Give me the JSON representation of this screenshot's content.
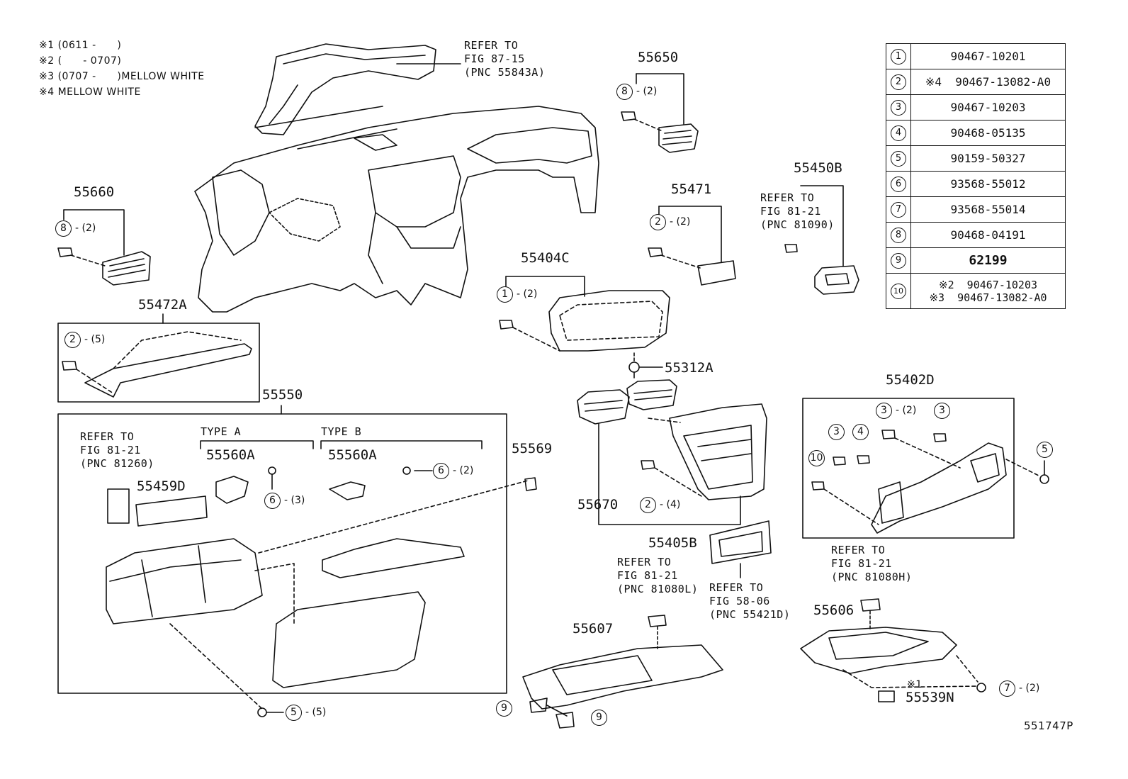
{
  "notes": [
    "※1 (0611 -      )",
    "※2 (      - 0707)",
    "※3 (0707 -      )MELLOW WHITE",
    "※4 MELLOW WHITE"
  ],
  "legend": [
    {
      "num": "1",
      "value": "90467-10201"
    },
    {
      "num": "2",
      "value": "※4  90467-13082-A0"
    },
    {
      "num": "3",
      "value": "90467-10203"
    },
    {
      "num": "4",
      "value": "90468-05135"
    },
    {
      "num": "5",
      "value": "90159-50327"
    },
    {
      "num": "6",
      "value": "93568-55012"
    },
    {
      "num": "7",
      "value": "93568-55014"
    },
    {
      "num": "8",
      "value": "90468-04191"
    },
    {
      "num": "9",
      "value": "62199"
    },
    {
      "num": "10",
      "value": "※2  90467-10203",
      "value2": "※3  90467-13082-A0"
    }
  ],
  "refs": {
    "r1": "REFER TO\nFIG 87-15\n(PNC 55843A)",
    "r2": "REFER TO\nFIG 81-21\n(PNC 81090)",
    "r3": "REFER TO\nFIG 81-21\n(PNC 81260)",
    "r4": "REFER TO\nFIG 81-21\n(PNC 81080L)",
    "r5": "REFER TO\nFIG 58-06\n(PNC 55421D)",
    "r6": "REFER TO\nFIG 81-21\n(PNC 81080H)"
  },
  "parts": {
    "p55650": "55650",
    "p55660": "55660",
    "p55471": "55471",
    "p55450B": "55450B",
    "p55404C": "55404C",
    "p55472A": "55472A",
    "p55312A": "55312A",
    "p55550": "55550",
    "p55402D": "55402D",
    "p55569": "55569",
    "p55560A_1": "55560A",
    "p55560A_2": "55560A",
    "p55459D": "55459D",
    "p55670": "55670",
    "p55405B": "55405B",
    "p55607": "55607",
    "p55606": "55606",
    "p55539N": "55539N"
  },
  "types": {
    "a": "TYPE A",
    "b": "TYPE B"
  },
  "qty": {
    "q2": "- (2)",
    "q3": "- (3)",
    "q4": "- (4)",
    "q5": "- (5)"
  },
  "mark1": "※1",
  "figure_id": "551747P"
}
